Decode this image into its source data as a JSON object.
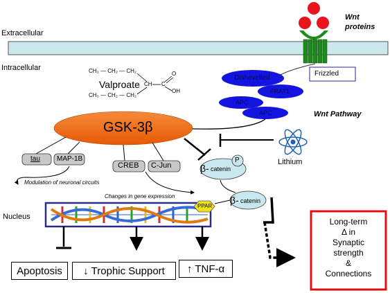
{
  "compartments": {
    "extracellular": "Extracellular",
    "intracellular": "Intracellular",
    "nucleus": "Nucleus"
  },
  "wnt": {
    "proteins_line1": "Wnt",
    "proteins_line2": "proteins",
    "receptor": "Frizzled",
    "pathway": "Wnt Pathway"
  },
  "complex": {
    "dishevelled": "Dishevelled",
    "frat1": "FRAT1",
    "apc_1": "APC",
    "apc_2": "APC"
  },
  "drugs": {
    "valproate": "Valproate",
    "formula_top": "CH₃ — CH₂ — CH₂",
    "formula_bottom": "CH₃ — CH₂ — CH₂",
    "formula_ch": "CH",
    "formula_c": "C",
    "formula_o": "O",
    "formula_oh": "OH",
    "lithium": "Lithium"
  },
  "gsk": {
    "label": "GSK-3β"
  },
  "substrates": {
    "tau": "tau",
    "map1b": "MAP-1B",
    "creb": "CREB",
    "cjun": "C-Jun",
    "modulation": "Modulation of neuronal circuits",
    "gene_changes": "Changes in gene expression"
  },
  "catenin": {
    "beta_1": "β-",
    "label_1": "catenin",
    "phospho": "P",
    "beta_2": "β-",
    "label_2": "catenin",
    "ppar": "PPAR"
  },
  "outcomes": {
    "apoptosis": "Apoptosis",
    "trophic": "Trophic Support",
    "trophic_arrow": "🡻",
    "tnf": "TNF-α",
    "tnf_arrow": "🡹"
  },
  "long_term": {
    "line1": "Long-term",
    "line2": "Δ in",
    "line3": "Synaptic",
    "line4": "strength",
    "line5": "&",
    "line6": "Connections"
  },
  "colors": {
    "membrane": "#cde8ea",
    "gsk": "#f26a10",
    "complex_blue": "#1414e0",
    "wnt_red": "#e8141c",
    "receptor_green": "#1e8a1e",
    "catenin": "#c9e7ef",
    "ppar": "#f2e21a",
    "long_term_border": "#e01010"
  }
}
